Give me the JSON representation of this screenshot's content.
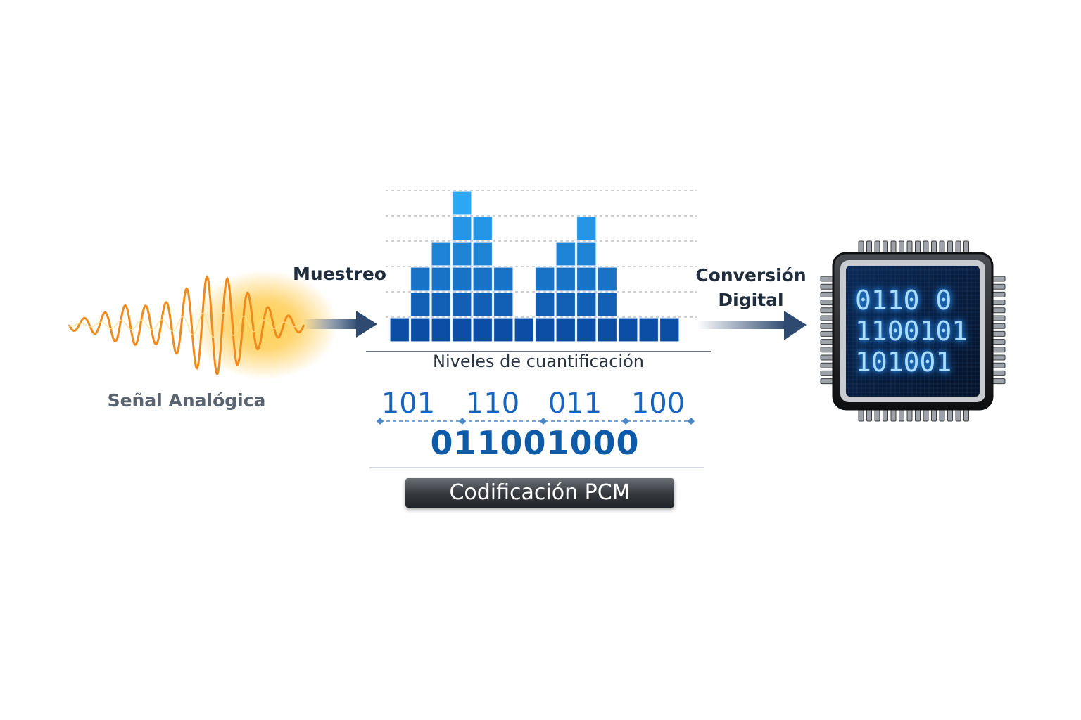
{
  "labels": {
    "analog": "Señal Analógica",
    "sampling": "Muestreo",
    "conversion": "Conversión Digital",
    "levels": "Niveles de cuantificación",
    "pcm": "Codificación PCM"
  },
  "codes": [
    "101",
    "110",
    "011",
    "100"
  ],
  "bitstream": "011001000",
  "chip_lines": [
    "0110 0",
    "1100101",
    "101001"
  ],
  "quantization": {
    "levels": [
      1,
      3,
      4,
      6,
      5,
      3,
      1,
      3,
      4,
      5,
      3,
      1,
      1,
      1
    ]
  },
  "colors": {
    "wave": "#f08a1c",
    "glow": "#ffb400",
    "bar_dark": "#0c4ea6",
    "bar_light": "#2aa8f5",
    "arrow": "#2e4a70",
    "code": "#1565c0",
    "chip_text": "#a9dcff"
  }
}
